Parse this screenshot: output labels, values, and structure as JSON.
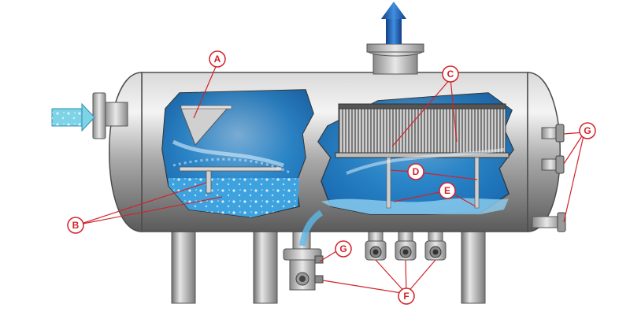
{
  "diagram": {
    "callouts": {
      "a": "A",
      "b": "B",
      "c": "C",
      "d": "D",
      "e": "E",
      "f": "F",
      "g_drain": "G",
      "g_side": "G"
    },
    "colors": {
      "callout_red": "#d2232a",
      "vessel_steel": "#9a9a9a",
      "liquid_blue": "#1f7fc4",
      "outlet_arrow_blue": "#1f5fb0",
      "inlet_arrow_cyan": "#7fd3e6"
    },
    "icons": {
      "inlet": "inlet-arrow-icon",
      "outlet": "outlet-arrow-icon"
    }
  }
}
